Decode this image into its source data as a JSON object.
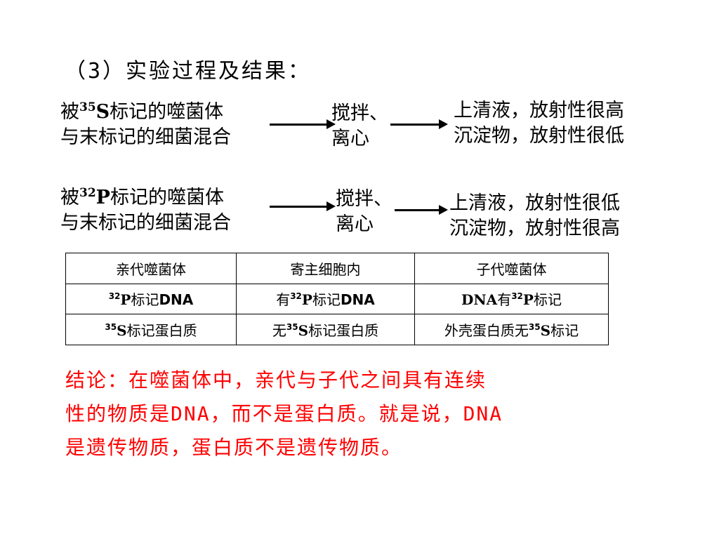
{
  "heading": "（3）实验过程及结果：",
  "exp1": {
    "prefix": "被",
    "isotope_num": "35",
    "isotope_el": "S",
    "line1_rest": "标记的噬菌体",
    "line2": "与末标记的细菌混合",
    "process_line1": "搅拌、",
    "process_line2": "离心",
    "result_line1": "上清液，放射性很高",
    "result_line2": "沉淀物，放射性很低"
  },
  "exp2": {
    "prefix": "被",
    "isotope_num": "32",
    "isotope_el": "P",
    "line1_rest": "标记的噬菌体",
    "line2": "与末标记的细菌混合",
    "process_line1": "搅拌、",
    "process_line2": "离心",
    "result_line1": "上清液，放射性很低",
    "result_line2": "沉淀物，放射性很高"
  },
  "table": {
    "headers": [
      "亲代噬菌体",
      "寄主细胞内",
      "子代噬菌体"
    ],
    "row1": {
      "c1": {
        "num": "32",
        "el": "P",
        "rest": "标记",
        "tail": "DNA"
      },
      "c2": {
        "pre": "有",
        "num": "32",
        "el": "P",
        "rest": "标记",
        "tail": "DNA"
      },
      "c3": {
        "pre": "DNA",
        "mid": "有",
        "num": "32",
        "el": "P",
        "rest": "标记"
      }
    },
    "row2": {
      "c1": {
        "num": "35",
        "el": "S",
        "rest": "标记蛋白质"
      },
      "c2": {
        "pre": "无",
        "num": "35",
        "el": "S",
        "rest": "标记蛋白质"
      },
      "c3": {
        "pre": "外壳蛋白质无",
        "num": "35",
        "el": "S",
        "rest": "标记"
      }
    }
  },
  "conclusion": {
    "line1": "结论：在噬菌体中，亲代与子代之间具有连续",
    "line2": "性的物质是DNA，而不是蛋白质。就是说，DNA",
    "line3": "是遗传物质，蛋白质不是遗传物质。"
  },
  "colors": {
    "conclusion": "#ff0000",
    "text": "#000000",
    "background": "#ffffff"
  }
}
